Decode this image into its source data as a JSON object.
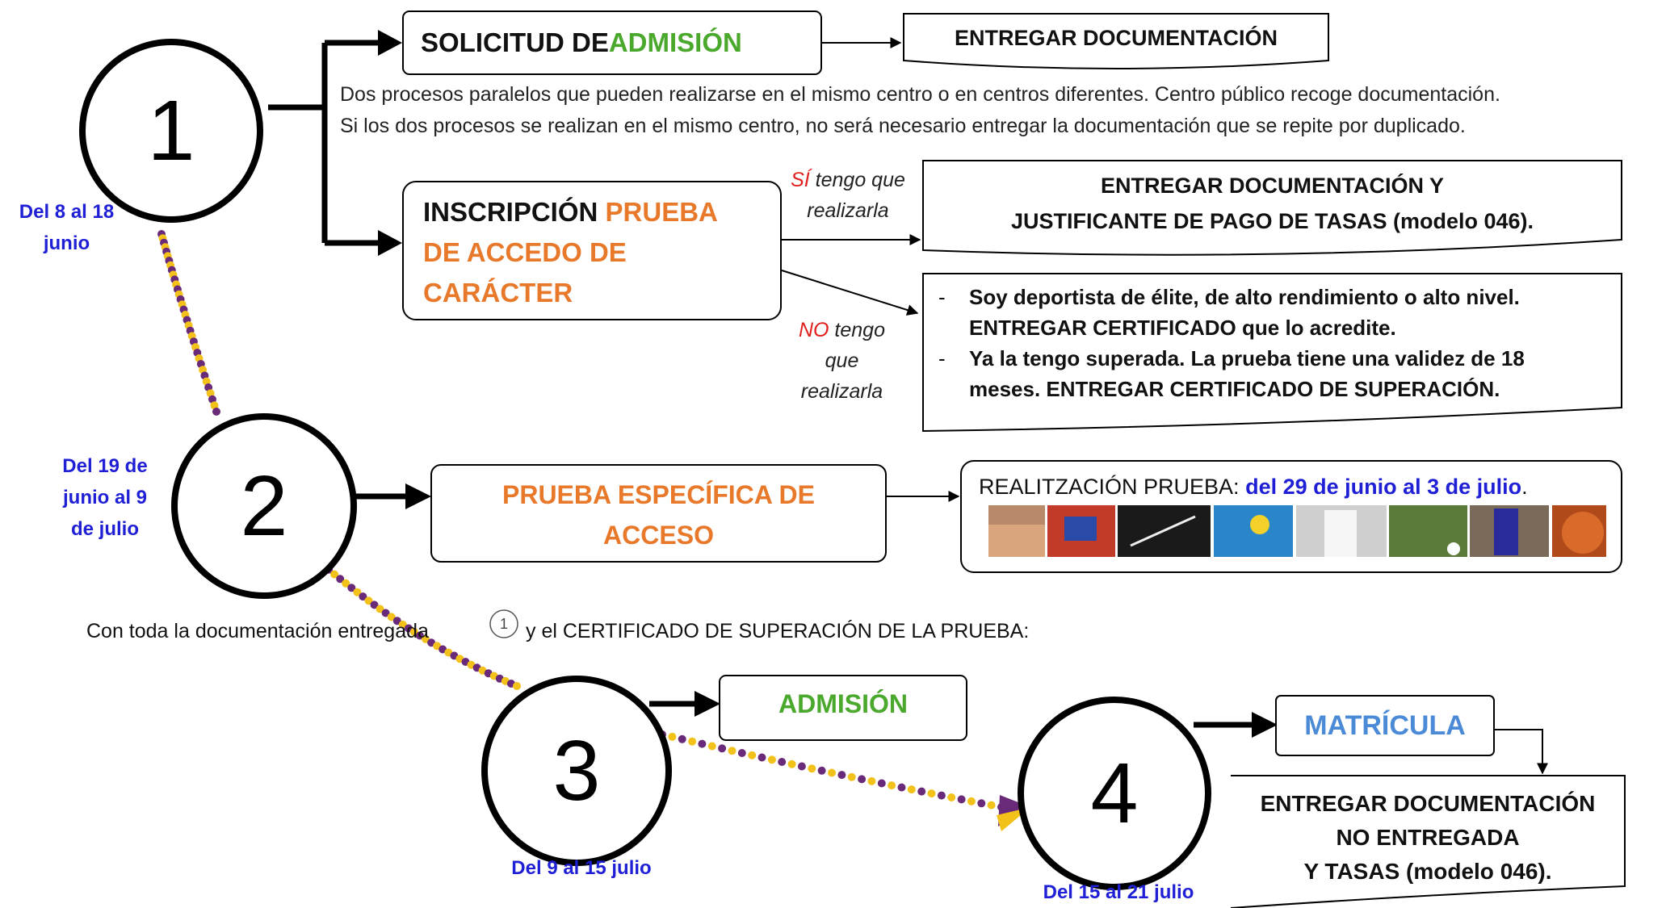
{
  "colors": {
    "accent_orange": "#e8782a",
    "accent_green": "#4aa82c",
    "accent_blue": "#4a8ad6",
    "date_blue": "#1f1fd6",
    "red": "#e0201c",
    "purple": "#6a2a7a",
    "yellow": "#f3c21a"
  },
  "steps": [
    {
      "number": "1",
      "date": [
        "Del 8 al 18",
        "junio"
      ]
    },
    {
      "number": "2",
      "date": [
        "Del 19 de",
        "junio al 9",
        "de julio"
      ]
    },
    {
      "number": "3",
      "date": [
        "Del 9 al 15 julio"
      ]
    },
    {
      "number": "4",
      "date": [
        "Del 15 al 21 julio"
      ]
    }
  ],
  "step1": {
    "solicitud": {
      "prefix": "SOLICITUD DE ",
      "highlight": "ADMISIÓN"
    },
    "entregar_doc": "ENTREGAR DOCUMENTACIÓN",
    "note_lines": [
      "Dos procesos paralelos que pueden realizarse en el mismo centro o en centros diferentes. Centro público recoge documentación.",
      "Si los dos procesos se realizan en el mismo centro, no será necesario entregar la documentación que se repite por duplicado."
    ],
    "inscripcion": {
      "prefix": "INSCRIPCIÓN ",
      "highlight_1": "PRUEBA",
      "line_2": "DE ACCEDO DE",
      "line_3": "CARÁCTER"
    },
    "si_label": {
      "word": "SÍ",
      "rest": " tengo que",
      "line2": "realizarla"
    },
    "no_label": {
      "word": "NO",
      "rest": " tengo",
      "line2": "que",
      "line3": "realizarla"
    },
    "si_box": [
      "ENTREGAR DOCUMENTACIÓN Y",
      "JUSTIFICANTE DE PAGO DE TASAS (modelo 046)."
    ],
    "no_box": [
      [
        "Soy deportista de élite, de alto rendimiento o alto nivel.",
        "ENTREGAR CERTIFICADO que lo acredite."
      ],
      [
        "Ya la tengo superada. La prueba tiene una validez de 18",
        "meses. ENTREGAR CERTIFICADO DE SUPERACIÓN."
      ]
    ],
    "bullet": "-"
  },
  "step2": {
    "prueba": [
      "PRUEBA ESPECÍFICA DE",
      "ACCESO"
    ],
    "realizacion_prefix": "REALITZACIÓN PRUEBA: ",
    "realizacion_dates": "del  29 de junio al 3 de julio",
    "realizacion_end": ".",
    "photos": [
      "sports-photo-running",
      "sports-photo-handball",
      "sports-photo-fencing",
      "sports-photo-volleyball",
      "sports-photo-karate",
      "sports-photo-football",
      "sports-photo-athletics",
      "sports-photo-basketball"
    ]
  },
  "middle_note": {
    "before": "Con toda la documentación entregada ",
    "circled": "1",
    "after": " y el CERTIFICADO DE SUPERACIÓN DE LA PRUEBA:"
  },
  "step3": {
    "admision": "ADMISIÓN"
  },
  "step4": {
    "matricula": "MATRÍCULA",
    "box": [
      "ENTREGAR DOCUMENTACIÓN",
      "NO ENTREGADA",
      "Y TASAS (modelo 046)."
    ]
  }
}
